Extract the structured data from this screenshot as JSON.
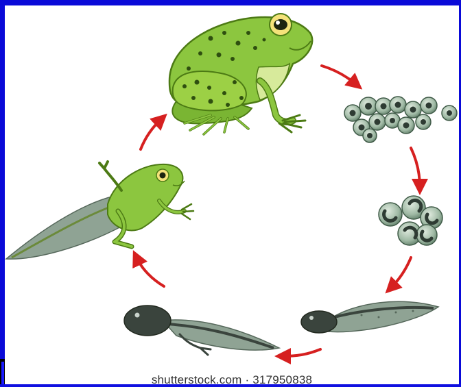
{
  "watermark": {
    "site": "shutterstock.com",
    "separator": "·",
    "image_number": "317950838"
  },
  "colors": {
    "frame": "#0a0ad8",
    "frog_body": "#8cc63f",
    "frog_belly": "#d7ea9b",
    "frog_outline": "#4c7a14",
    "frog_spots": "#2f4f10",
    "egg_outer": "#9fb9a4",
    "egg_inner": "#2e3b33",
    "tadpole_dark": "#3a443d",
    "tadpole_tail": "#8fa394",
    "arrow": "#d62020"
  },
  "stages": [
    "adult-frog",
    "frog-spawn",
    "embryos",
    "young-tadpole",
    "tadpole-with-legs",
    "froglet"
  ]
}
